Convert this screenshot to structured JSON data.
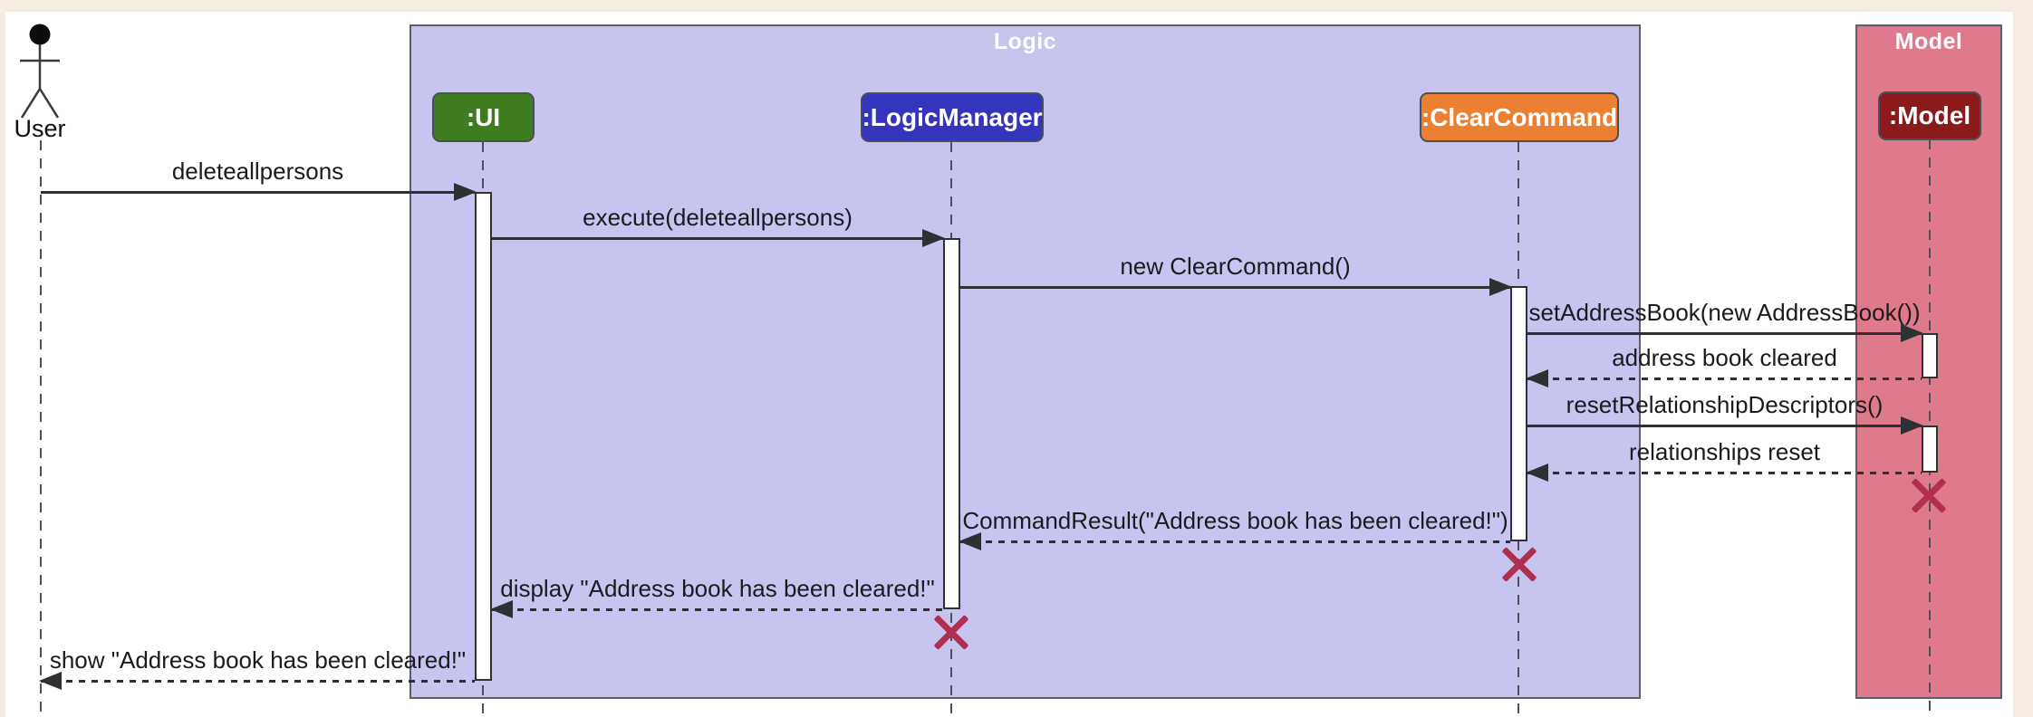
{
  "diagram_type": "uml-sequence",
  "actor": {
    "label": "User"
  },
  "frames": [
    {
      "title": "Logic",
      "fill": "#c7c5f0"
    },
    {
      "title": "Model",
      "fill": "#df7a8c"
    }
  ],
  "participants": [
    {
      "label": ":UI",
      "color": "#3e7d1f",
      "frame": "Logic"
    },
    {
      "label": ":LogicManager",
      "color": "#3434bd",
      "frame": "Logic"
    },
    {
      "label": ":ClearCommand",
      "color": "#ec8032",
      "frame": "Logic"
    },
    {
      "label": ":Model",
      "color": "#8b1b1b",
      "frame": "Model"
    }
  ],
  "messages": [
    {
      "from": "User",
      "to": ":UI",
      "label": "deleteallpersons",
      "type": "sync"
    },
    {
      "from": ":UI",
      "to": ":LogicManager",
      "label": "execute(deleteallpersons)",
      "type": "sync"
    },
    {
      "from": ":LogicManager",
      "to": ":ClearCommand",
      "label": "new ClearCommand()",
      "type": "sync"
    },
    {
      "from": ":ClearCommand",
      "to": ":Model",
      "label": "setAddressBook(new AddressBook())",
      "type": "sync"
    },
    {
      "from": ":Model",
      "to": ":ClearCommand",
      "label": "address book cleared",
      "type": "return"
    },
    {
      "from": ":ClearCommand",
      "to": ":Model",
      "label": "resetRelationshipDescriptors()",
      "type": "sync"
    },
    {
      "from": ":Model",
      "to": ":ClearCommand",
      "label": "relationships reset",
      "type": "return"
    },
    {
      "from": ":ClearCommand",
      "to": ":LogicManager",
      "label": "CommandResult(\"Address book has been cleared!\")",
      "type": "return"
    },
    {
      "from": ":LogicManager",
      "to": ":UI",
      "label": "display \"Address book has been cleared!\"",
      "type": "return"
    },
    {
      "from": ":UI",
      "to": "User",
      "label": "show \"Address book has been cleared!\"",
      "type": "return"
    }
  ],
  "destruction_marks": [
    ":Model",
    ":ClearCommand",
    ":LogicManager"
  ],
  "colors": {
    "background": "#f6ece2",
    "paper": "#ffffff",
    "logic_frame": "#c7c5f0",
    "model_frame": "#df7a8c",
    "frame_border": "#5d5d66",
    "message_line": "#2e3133",
    "destroy_x": "#b02e50"
  }
}
